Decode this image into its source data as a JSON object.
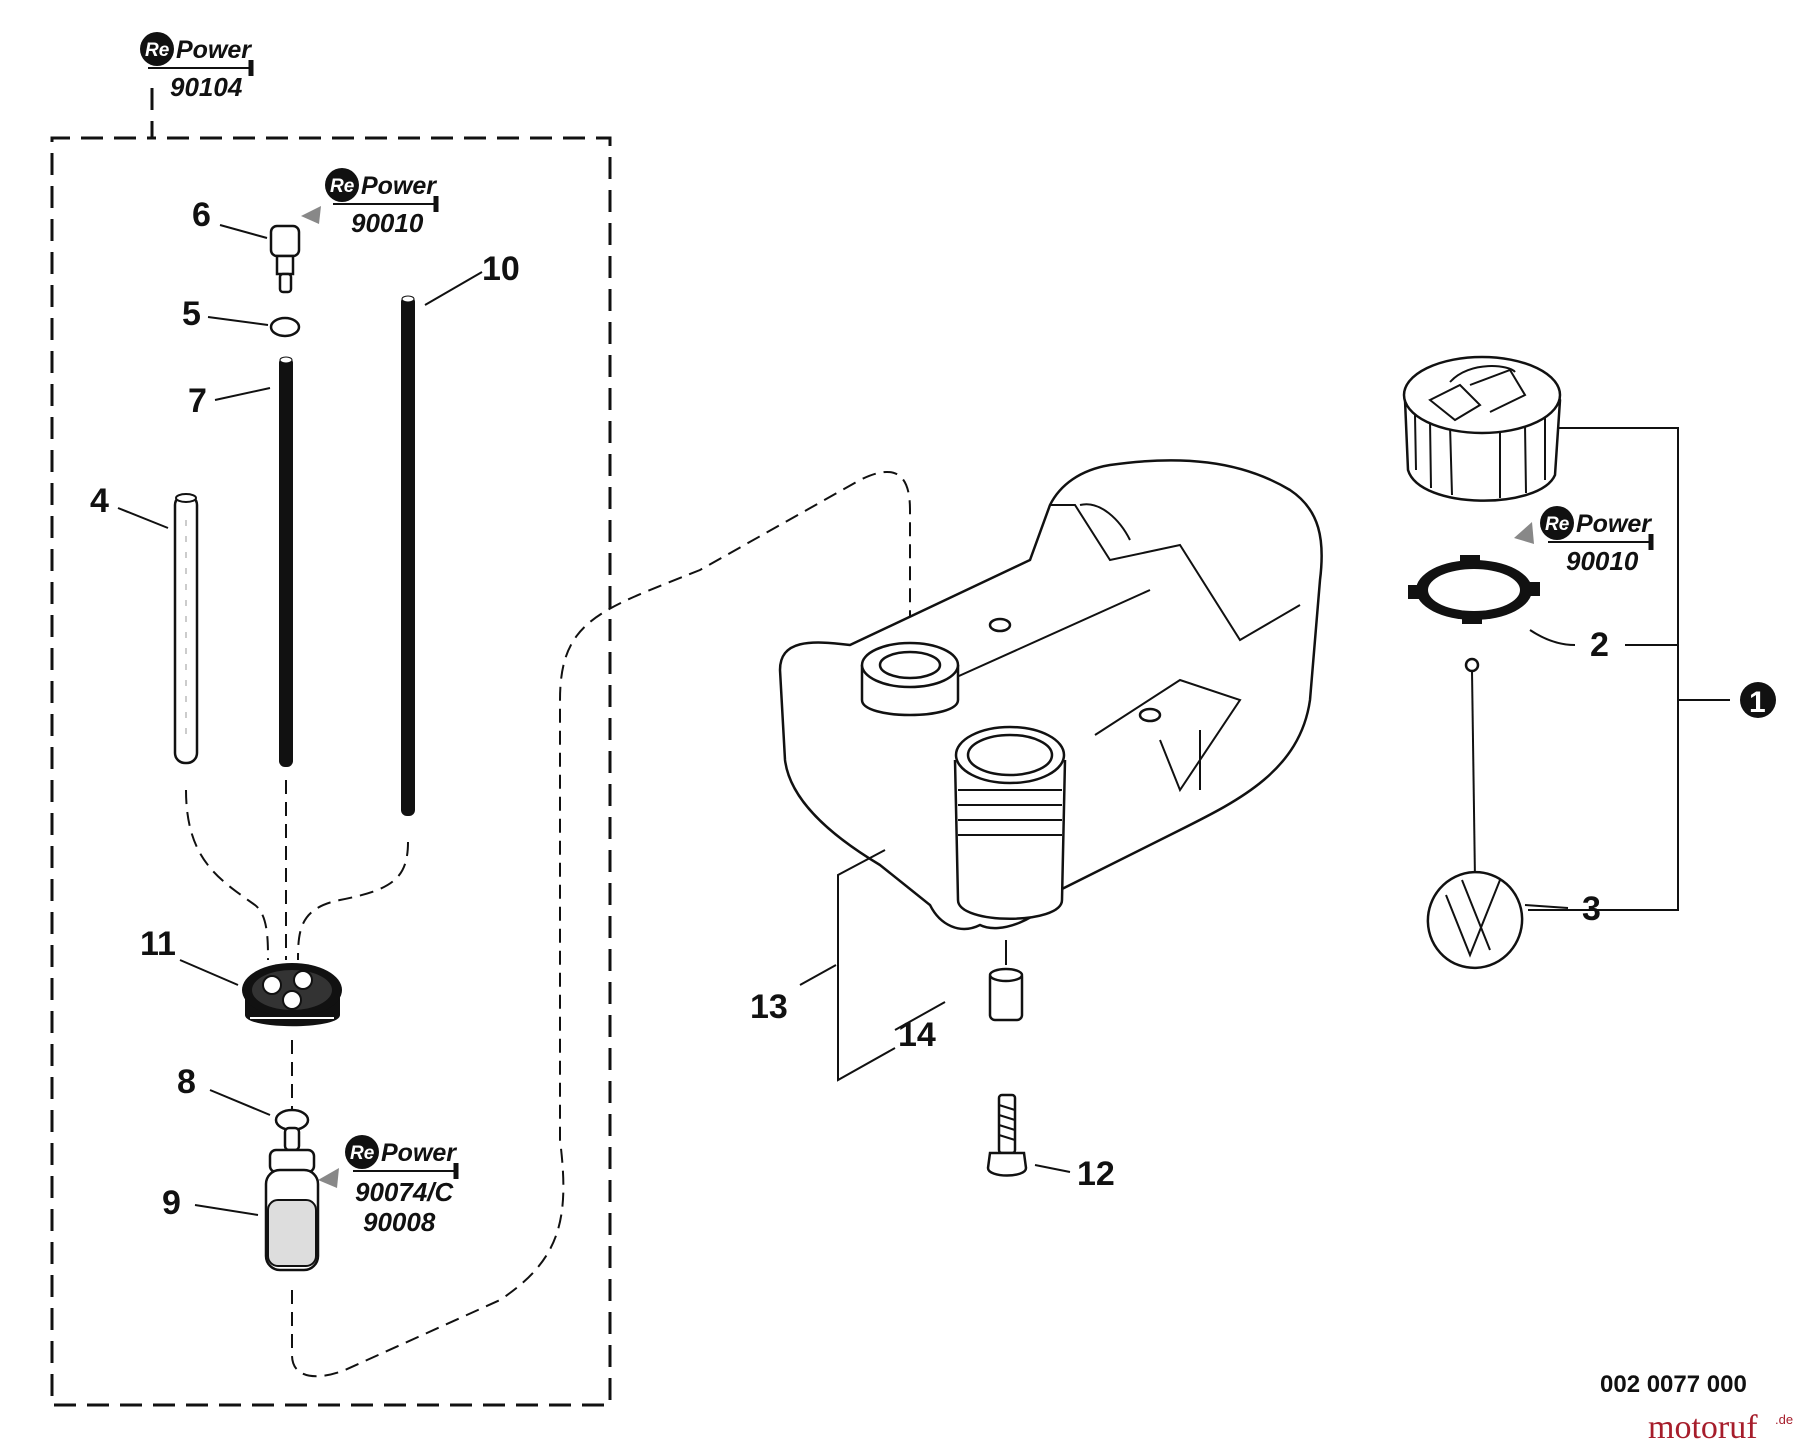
{
  "callouts": [
    {
      "id": "1",
      "label": "1"
    },
    {
      "id": "2",
      "label": "2"
    },
    {
      "id": "3",
      "label": "3"
    },
    {
      "id": "4",
      "label": "4"
    },
    {
      "id": "5",
      "label": "5"
    },
    {
      "id": "6",
      "label": "6"
    },
    {
      "id": "7",
      "label": "7"
    },
    {
      "id": "8",
      "label": "8"
    },
    {
      "id": "9",
      "label": "9"
    },
    {
      "id": "10",
      "label": "10"
    },
    {
      "id": "11",
      "label": "11"
    },
    {
      "id": "12",
      "label": "12"
    },
    {
      "id": "13",
      "label": "13"
    },
    {
      "id": "14",
      "label": "14"
    }
  ],
  "repower_badges": [
    {
      "brand_re": "Re",
      "brand_power": "Power",
      "numbers": [
        "90104"
      ]
    },
    {
      "brand_re": "Re",
      "brand_power": "Power",
      "numbers": [
        "90010"
      ]
    },
    {
      "brand_re": "Re",
      "brand_power": "Power",
      "numbers": [
        "90010"
      ]
    },
    {
      "brand_re": "Re",
      "brand_power": "Power",
      "numbers": [
        "90074/C",
        "90008"
      ]
    }
  ],
  "drawing_number": "002 0077 000",
  "watermark": {
    "brand": "motoruf",
    "tld": ".de"
  },
  "colors": {
    "ink": "#111111",
    "watermark": "#a61d2b",
    "background": "#ffffff"
  }
}
